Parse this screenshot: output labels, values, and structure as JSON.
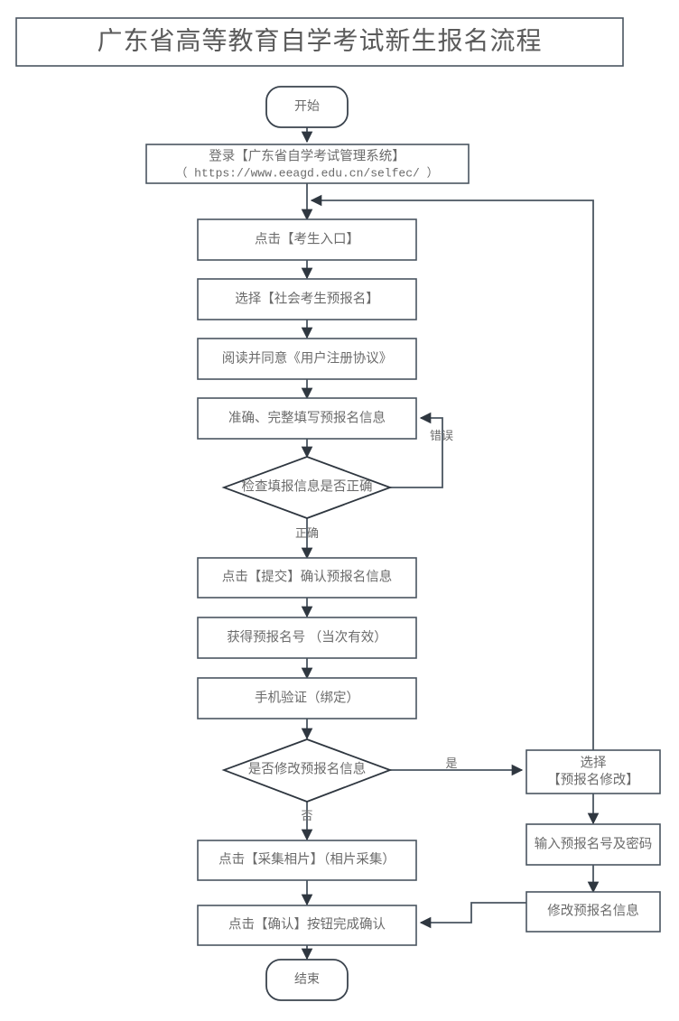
{
  "title": {
    "text": "广东省高等教育自学考试新生报名流程"
  },
  "nodes": {
    "start": {
      "label": "开始",
      "type": "terminator"
    },
    "login": {
      "line1": "登录【广东省自学考试管理系统】",
      "line2": "（ https://www.eeagd.edu.cn/selfec/ ）",
      "type": "process"
    },
    "candidate_entry": {
      "label": "点击【考生入口】",
      "type": "process"
    },
    "social_pre_reg": {
      "label": "选择【社会考生预报名】",
      "type": "process"
    },
    "agreement": {
      "label": "阅读并同意《用户注册协议》",
      "type": "process"
    },
    "fill_info": {
      "label": "准确、完整填写预报名信息",
      "type": "process"
    },
    "check_info": {
      "label": "检查填报信息是否正确",
      "type": "decision"
    },
    "submit": {
      "label": "点击【提交】确认预报名信息",
      "type": "process"
    },
    "get_number": {
      "label": "获得预报名号 （当次有效）",
      "type": "process"
    },
    "phone_verify": {
      "label": "手机验证（绑定）",
      "type": "process"
    },
    "modify_decision": {
      "label": "是否修改预报名信息",
      "type": "decision"
    },
    "collect_photo": {
      "label": "点击【采集相片】（相片采集）",
      "type": "process"
    },
    "confirm_button": {
      "label": "点击【确认】按钮完成确认",
      "type": "process"
    },
    "end": {
      "label": "结束",
      "type": "terminator"
    },
    "select_modify": {
      "line1": "选择",
      "line2": "【预报名修改】",
      "type": "process"
    },
    "input_credentials": {
      "label": "输入预报名号及密码",
      "type": "process"
    },
    "do_modify": {
      "label": "修改预报名信息",
      "type": "process"
    }
  },
  "edge_labels": {
    "error": "错误",
    "correct": "正确",
    "yes": "是",
    "no": "否"
  },
  "colors": {
    "stroke": "#4a5560",
    "text": "#6b6b6b",
    "background": "#ffffff"
  }
}
